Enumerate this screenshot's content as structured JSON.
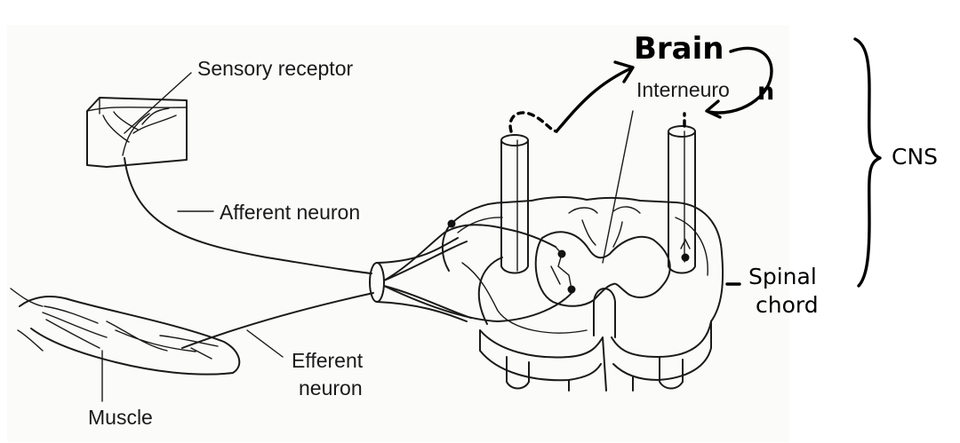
{
  "labels": {
    "sensory_receptor": "Sensory receptor",
    "afferent_neuron": "Afferent neuron",
    "efferent_neuron_line1": "Efferent",
    "efferent_neuron_line2": "neuron",
    "muscle": "Muscle",
    "interneuron": "Interneuro"
  },
  "handwritten": {
    "brain": "Brain",
    "interneuron_n": "n",
    "cns": "CNS",
    "spinal_line1": "Spinal",
    "spinal_line2": "chord"
  }
}
